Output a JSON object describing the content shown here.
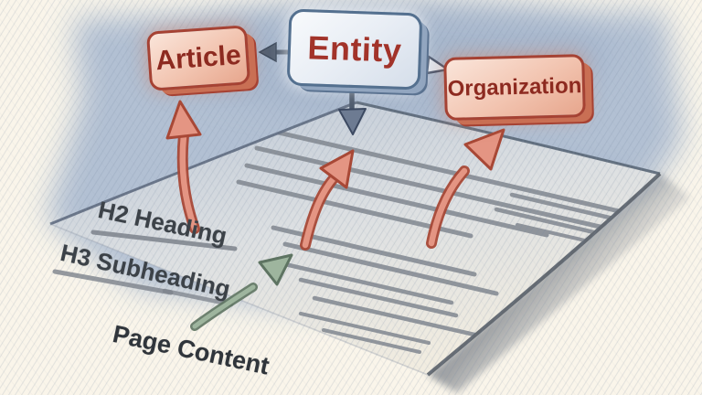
{
  "diagram": {
    "entity_node": {
      "label": "Entity",
      "text_color": "#a2332a",
      "border_color": "#54708f"
    },
    "type_nodes": [
      {
        "id": "article",
        "label": "Article",
        "text_color": "#8d2a20",
        "border_color": "#a64233"
      },
      {
        "id": "organization",
        "label": "Organization",
        "text_color": "#8d2a20",
        "border_color": "#a64233"
      }
    ],
    "page_labels": [
      {
        "id": "h2-heading",
        "label": "H2 Heading"
      },
      {
        "id": "h3-subheading",
        "label": "H3 Subheading"
      },
      {
        "id": "page-content",
        "label": "Page Content"
      }
    ],
    "arrows": [
      {
        "name": "entity-to-article",
        "style": "straight",
        "color": "#4d5a6d"
      },
      {
        "name": "entity-to-organization",
        "style": "straight",
        "color": "#4d5a6d"
      },
      {
        "name": "entity-down-to-page",
        "style": "straight",
        "color": "#4d5a6d"
      },
      {
        "name": "heading-up-to-article",
        "style": "curved",
        "color": "#e49583"
      },
      {
        "name": "page-center-up-to-entity",
        "style": "curved",
        "color": "#e49583"
      },
      {
        "name": "page-right-up-to-organization",
        "style": "curved",
        "color": "#e49583"
      },
      {
        "name": "subheading-up-right",
        "style": "curved",
        "color": "#9eb59e"
      }
    ],
    "colors": {
      "background": "#faf5ea",
      "sketch_wash": "#afbed2",
      "page_line": "#81878f",
      "label_text": "#3c4248",
      "red_arrow_fill": "#e49583",
      "red_arrow_stroke": "#a84836",
      "green_arrow_fill": "#9eb59e",
      "green_arrow_stroke": "#5e7462",
      "dark_arrow": "#4d5a6d"
    }
  }
}
